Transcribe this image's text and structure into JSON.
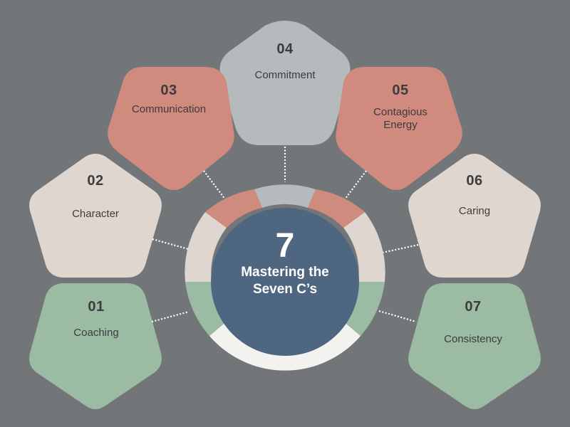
{
  "title": "Mastering the Seven C's",
  "center": {
    "number": "7",
    "title_line1": "Mastering the",
    "title_line2": "Seven C’s",
    "color": "#4e6680"
  },
  "colors": {
    "background": "#737679",
    "green": "#9bbba3",
    "beige": "#dfd7cf",
    "salmon": "#d08a7e",
    "gray": "#b5babd",
    "cream": "#f2f3ee",
    "text": "#3c3c3c"
  },
  "items": [
    {
      "number": "01",
      "label": "Coaching",
      "color": "green"
    },
    {
      "number": "02",
      "label": "Character",
      "color": "beige"
    },
    {
      "number": "03",
      "label": "Communication",
      "color": "salmon"
    },
    {
      "number": "04",
      "label": "Commitment",
      "color": "gray"
    },
    {
      "number": "05",
      "label": "Contagious Energy",
      "label_line1": "Contagious",
      "label_line2": "Energy",
      "color": "salmon"
    },
    {
      "number": "06",
      "label": "Caring",
      "color": "beige"
    },
    {
      "number": "07",
      "label": "Consistency",
      "color": "green"
    }
  ]
}
